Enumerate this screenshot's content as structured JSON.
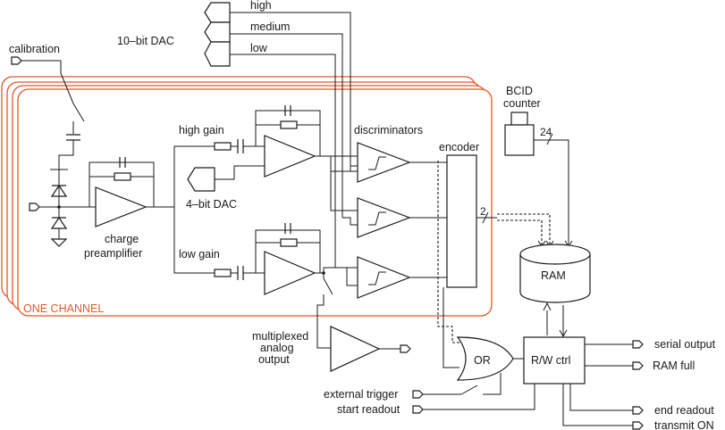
{
  "labels": {
    "high": "high",
    "medium": "medium",
    "low": "low",
    "dac10": "10–bit DAC",
    "calibration": "calibration",
    "bcid_line1": "BCID",
    "bcid_line2": "counter",
    "bus24": "24",
    "high_gain": "high gain",
    "low_gain": "low gain",
    "discriminators": "discriminators",
    "encoder": "encoder",
    "dac4": "4–bit DAC",
    "bus2": "2",
    "charge_line1": "charge",
    "charge_line2": "preamplifier",
    "ram": "RAM",
    "one_channel": "ONE CHANNEL",
    "mux_line1": "multiplexed",
    "mux_line2": "analog",
    "mux_line3": "output",
    "or_gate": "OR",
    "rw_ctrl": "R/W ctrl",
    "serial_output": "serial output",
    "ram_full": "RAM full",
    "external_trigger": "external trigger",
    "start_readout": "start readout",
    "end_readout": "end readout",
    "transmit_on": "transmit ON"
  },
  "colors": {
    "channel_outline": "#e0582a",
    "wire": "#1a1a1a"
  }
}
